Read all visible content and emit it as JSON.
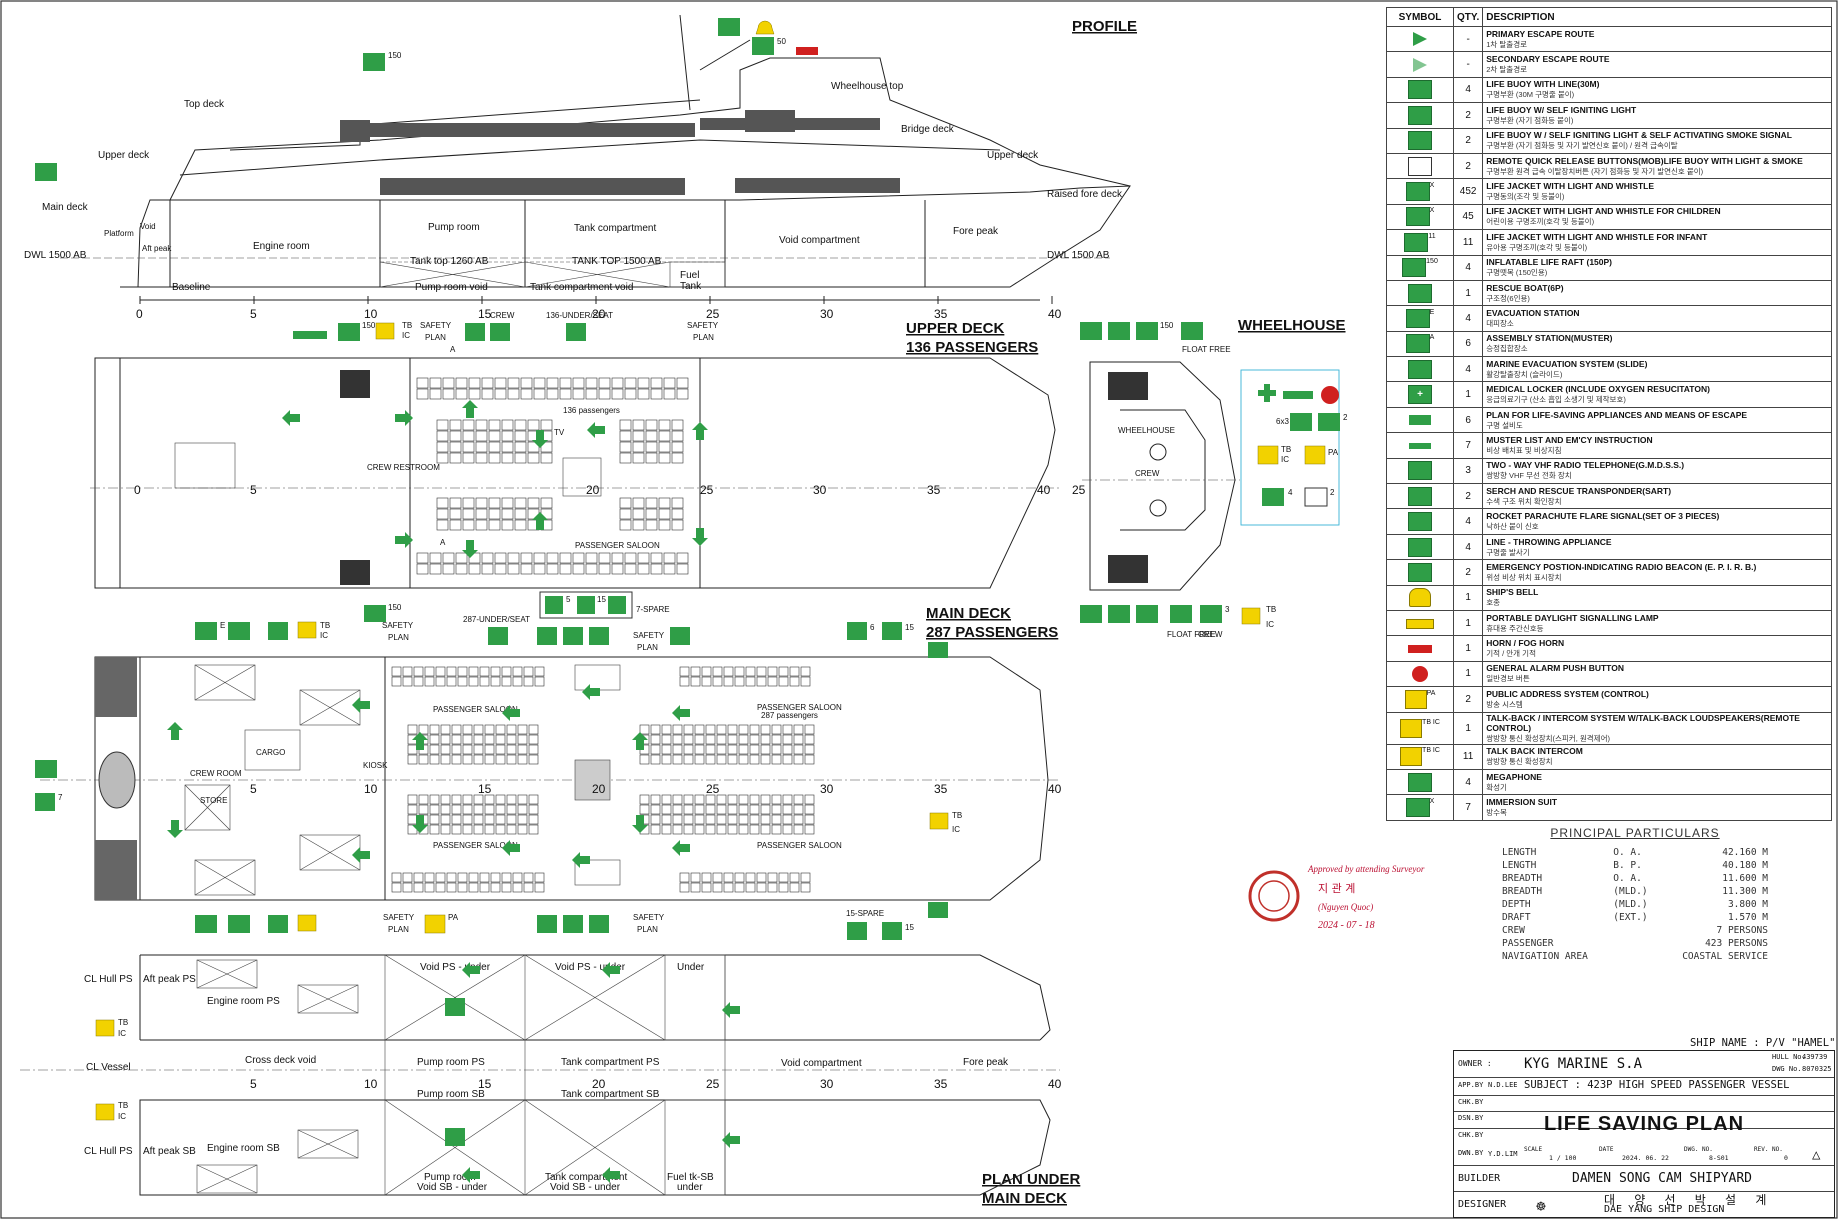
{
  "titles": {
    "profile": "PROFILE",
    "upper_deck": "UPPER DECK",
    "upper_deck_pax": "136 PASSENGERS",
    "main_deck": "MAIN DECK",
    "main_deck_pax": "287 PASSENGERS",
    "wheelhouse": "WHEELHOUSE",
    "plan_under_1": "PLAN UNDER",
    "plan_under_2": "MAIN DECK"
  },
  "profile_labels": {
    "top_deck": "Top deck",
    "upper_deck_aft": "Upper deck",
    "main_deck": "Main deck",
    "void": "Void",
    "platform": "Platform",
    "aft_peak": "Aft peak",
    "engine_room": "Engine room",
    "pump_room": "Pump room",
    "tank_compartment": "Tank compartment",
    "void_compartment": "Void compartment",
    "fore_peak": "Fore peak",
    "raised_fore_deck": "Raised fore deck",
    "upper_deck_fwd": "Upper deck",
    "bridge_deck": "Bridge deck",
    "wheelhouse_top": "Wheelhouse top",
    "dwl_aft": "DWL 1500 AB",
    "dwl_fwd": "DWL 1500 AB",
    "baseline": "Baseline",
    "tank_top_1260": "Tank top 1260 AB",
    "tank_top_1500": "TANK TOP 1500 AB",
    "pump_room_void": "Pump room void",
    "tank_compartment_void": "Tank compartment void",
    "fuel_tank_1": "Fuel",
    "fuel_tank_2": "Tank",
    "marker_150": "150",
    "marker_50": "50"
  },
  "frame_ticks": [
    "0",
    "5",
    "10",
    "15",
    "20",
    "25",
    "30",
    "35",
    "40"
  ],
  "upper_deck_labels": {
    "count_150": "150",
    "tb": "TB",
    "ic": "IC",
    "safety": "SAFETY",
    "plan": "PLAN",
    "crew": "CREW",
    "seat_note": "136-UNDER/SEAT",
    "saloon": "136 passengers",
    "saloon2": "PASSENGER SALOON",
    "tick_5": "5",
    "tick_20": "20",
    "tick_25": "25",
    "tick_30": "30",
    "tick_35": "35",
    "tick_40": "40",
    "tick_0": "0",
    "marker_a1": "A",
    "marker_a2": "A",
    "tv": "TV",
    "crew_area": "CREW RESTROOM"
  },
  "main_deck_labels": {
    "count_150": "150",
    "seat_note": "287-UNDER/SEAT",
    "spare7": "7-SPARE",
    "spare15": "15-SPARE",
    "qty5": "5",
    "qty15a": "15",
    "qty6": "6",
    "qty15b": "15",
    "qty7": "7",
    "qty15c": "15",
    "e": "E",
    "saloon_top_left": "PASSENGER SALOON",
    "saloon_top_right": "PASSENGER SALOON",
    "saloon_top_right2": "287 passengers",
    "saloon_bot_left": "PASSENGER SALOON",
    "saloon_bot_right": "PASSENGER SALOON",
    "cargo": "CARGO",
    "store": "STORE",
    "crew_room": "CREW ROOM",
    "kiosk": "KIOSK",
    "pa": "PA",
    "safety": "SAFETY",
    "plan": "PLAN",
    "tb": "TB",
    "ic": "IC"
  },
  "wheelhouse_labels": {
    "count_150": "150",
    "float_free": "FLOAT FREE",
    "crew": "CREW",
    "qty3": "3",
    "qty2": "2",
    "qty4": "4",
    "qty6x3": "6x3",
    "pa": "PA",
    "tb": "TB",
    "ic": "IC",
    "tick_25": "25",
    "wheelhouse_room": "WHEELHOUSE"
  },
  "plan_under_labels": {
    "cl_hull_ps": "CL Hull PS",
    "aft_peak_ps": "Aft peak PS",
    "engine_room_ps": "Engine room PS",
    "void_ps_under_1": "Void PS - under",
    "void_ps_under_2": "Void PS - under",
    "under": "Under",
    "cl_vessel": "CL Vessel",
    "cross_deck_void": "Cross deck void",
    "pump_room_ps": "Pump room PS",
    "tank_compartment_ps": "Tank compartment PS",
    "void_compartment": "Void compartment",
    "fore_peak": "Fore peak",
    "pump_room_sb": "Pump room SB",
    "tank_compartment_sb": "Tank compartment SB",
    "cl_hull_sb": "CL Hull PS",
    "aft_peak_sb": "Aft peak SB",
    "engine_room_sb": "Engine room SB",
    "pump_room_void_sb_1": "Pump room",
    "pump_room_void_sb_2": "Void SB - under",
    "tank_comp_void_sb_1": "Tank compartment",
    "tank_comp_void_sb_2": "Void SB - under",
    "fuel_sb_1": "Fuel tk-SB",
    "fuel_sb_2": "under",
    "tb": "TB",
    "ic": "IC"
  },
  "legend": {
    "headers": {
      "symbol": "SYMBOL",
      "qty": "QTY.",
      "description": "DESCRIPTION"
    },
    "rows": [
      {
        "icon": "green-arrow-icon",
        "qty": "-",
        "en": "PRIMARY ESCAPE ROUTE",
        "ko": "1차 탈출경로"
      },
      {
        "icon": "green-dashed-arrow-icon",
        "qty": "-",
        "en": "SECONDARY ESCAPE ROUTE",
        "ko": "2차 탈출경로"
      },
      {
        "icon": "life-buoy-line-icon",
        "qty": "4",
        "en": "LIFE BUOY WITH LINE(30M)",
        "ko": "구명부환 (30M 구명줄 붙이)"
      },
      {
        "icon": "life-buoy-light-icon",
        "qty": "2",
        "en": "LIFE BUOY W/ SELF IGNITING LIGHT",
        "ko": "구명부환 (자기 점화등 붙이)"
      },
      {
        "icon": "life-buoy-smoke-icon",
        "qty": "2",
        "en": "LIFE BUOY W / SELF IGNITING LIGHT & SELF ACTIVATING SMOKE SIGNAL",
        "ko": "구명부환 (자기 점화등 및 자기 발연신호 붙이) / 원격 급속이탈"
      },
      {
        "icon": "remote-release-icon",
        "qty": "2",
        "en": "REMOTE QUICK RELEASE BUTTONS(MOB)LIFE BUOY WITH LIGHT & SMOKE",
        "ko": "구명부환 원격 급속 이탈장치버튼 (자기 점화등 및 자기 발연신호 붙이)"
      },
      {
        "icon": "life-jacket-icon",
        "tag": "X",
        "qty": "452",
        "en": "LIFE JACKET WITH LIGHT AND WHISTLE",
        "ko": "구명동의(조각 및 등불이)"
      },
      {
        "icon": "child-life-jacket-icon",
        "tag": "X",
        "qty": "45",
        "en": "LIFE JACKET WITH LIGHT AND WHISTLE FOR CHILDREN",
        "ko": "어린이용 구명조끼(호각 및 등불이)"
      },
      {
        "icon": "infant-life-jacket-icon",
        "tag": "11",
        "qty": "11",
        "en": "LIFE JACKET WITH LIGHT AND WHISTLE FOR INFANT",
        "ko": "유아용 구명조끼(호각 및 등불이)"
      },
      {
        "icon": "life-raft-icon",
        "tag": "150",
        "qty": "4",
        "en": "INFLATABLE LIFE RAFT (150P)",
        "ko": "구명뗏목 (150인용)"
      },
      {
        "icon": "rescue-boat-icon",
        "qty": "1",
        "en": "RESCUE BOAT(6P)",
        "ko": "구조정(6인용)"
      },
      {
        "icon": "evacuation-station-icon",
        "tag": "E",
        "qty": "4",
        "en": "EVACUATION STATION",
        "ko": "대피장소"
      },
      {
        "icon": "assembly-station-icon",
        "tag": "A",
        "qty": "6",
        "en": "ASSEMBLY STATION(MUSTER)",
        "ko": "승정집합장소"
      },
      {
        "icon": "slide-icon",
        "qty": "4",
        "en": "MARINE EVACUATION SYSTEM (SLIDE)",
        "ko": "활강탈출장치 (슬라이드)"
      },
      {
        "icon": "medical-cross-icon",
        "qty": "1",
        "en": "MEDICAL LOCKER (INCLUDE OXYGEN RESUCITATON)",
        "ko": "응급의료기구 (산소 흡입 소생기 및 제작보호)"
      },
      {
        "icon": "safety-plan-icon",
        "qty": "6",
        "en": "PLAN FOR LIFE-SAVING APPLIANCES AND MEANS OF ESCAPE",
        "ko": "구명 설비도"
      },
      {
        "icon": "muster-list-icon",
        "qty": "7",
        "en": "MUSTER LIST AND EM'CY INSTRUCTION",
        "ko": "비상 배치표 및 비상지침"
      },
      {
        "icon": "vhf-radio-icon",
        "qty": "3",
        "en": "TWO - WAY VHF RADIO TELEPHONE(G.M.D.S.S.)",
        "ko": "쌍방향 VHF 무선 전화 장치"
      },
      {
        "icon": "sart-icon",
        "qty": "2",
        "en": "SERCH AND RESCUE TRANSPONDER(SART)",
        "ko": "수색 구조 위치 확인장치"
      },
      {
        "icon": "flare-icon",
        "qty": "4",
        "en": "ROCKET PARACHUTE FLARE SIGNAL(SET OF 3 PIECES)",
        "ko": "낙하산 붙이 신호"
      },
      {
        "icon": "line-throwing-icon",
        "qty": "4",
        "en": "LINE - THROWING APPLIANCE",
        "ko": "구명줄 발사기"
      },
      {
        "icon": "epirb-icon",
        "qty": "2",
        "en": "EMERGENCY POSTION-INDICATING RADIO BEACON (E. P. I. R. B.)",
        "ko": "위성 비상 위치 표시장치"
      },
      {
        "icon": "bell-icon",
        "qty": "1",
        "en": "SHIP'S BELL",
        "ko": "호종"
      },
      {
        "icon": "signalling-lamp-icon",
        "qty": "1",
        "en": "PORTABLE DAYLIGHT SIGNALLING LAMP",
        "ko": "휴대용 주간신호등"
      },
      {
        "icon": "horn-icon",
        "qty": "1",
        "en": "HORN / FOG HORN",
        "ko": "기적 / 안개 기적"
      },
      {
        "icon": "alarm-button-icon",
        "qty": "1",
        "en": "GENERAL ALARM PUSH BUTTON",
        "ko": "일반경보 버튼"
      },
      {
        "icon": "pa-control-icon",
        "tag": "PA",
        "qty": "2",
        "en": "PUBLIC ADDRESS SYSTEM (CONTROL)",
        "ko": "방송 시스템"
      },
      {
        "icon": "talkback-remote-icon",
        "tag": "TB IC",
        "qty": "1",
        "en": "TALK-BACK / INTERCOM SYSTEM W/TALK-BACK LOUDSPEAKERS(REMOTE CONTROL)",
        "ko": "쌍방향 통신 확성장치(스피커, 원격제어)"
      },
      {
        "icon": "talkback-intercom-icon",
        "tag": "TB IC",
        "qty": "11",
        "en": "TALK BACK INTERCOM",
        "ko": "쌍방향 통신 확성장치"
      },
      {
        "icon": "megaphone-icon",
        "qty": "4",
        "en": "MEGAPHONE",
        "ko": "확성기"
      },
      {
        "icon": "immersion-suit-icon",
        "tag": "X",
        "qty": "7",
        "en": "IMMERSION SUIT",
        "ko": "방수복"
      }
    ]
  },
  "particulars": {
    "title": "PRINCIPAL  PARTICULARS",
    "rows": [
      {
        "name": "LENGTH",
        "qual": "O. A.",
        "value": "42.160  M"
      },
      {
        "name": "LENGTH",
        "qual": "B. P.",
        "value": "40.180  M"
      },
      {
        "name": "BREADTH",
        "qual": "O. A.",
        "value": "11.600  M"
      },
      {
        "name": "BREADTH",
        "qual": "(MLD.)",
        "value": "11.300  M"
      },
      {
        "name": "DEPTH",
        "qual": "(MLD.)",
        "value": "3.800  M"
      },
      {
        "name": "DRAFT",
        "qual": "(EXT.)",
        "value": "1.570  M"
      },
      {
        "name": "CREW",
        "qual": "",
        "value": "7  PERSONS"
      },
      {
        "name": "PASSENGER",
        "qual": "",
        "value": "423  PERSONS"
      },
      {
        "name": "NAVIGATION  AREA",
        "qual": "",
        "value": "COASTAL  SERVICE"
      }
    ]
  },
  "stamp": {
    "line1": "Approved by attending Surveyor",
    "line2": "지 관 계",
    "line3": "(Nguyen Quoc)",
    "line4": "2024 - 07 - 18"
  },
  "title_block": {
    "ship_name": "SHIP NAME : P/V \"HAMEL\"",
    "owner_key": "OWNER :",
    "owner": "KYG MARINE S.A",
    "hull_no_key": "HULL No.",
    "hull_no": "439739",
    "dwg_no_key": "DWG No.",
    "dwg_no": "8070325",
    "apr_by": "APP.BY",
    "apr_name": "N.D.LEE",
    "subject": "SUBJECT : 423P HIGH SPEED PASSENGER VESSEL",
    "main_title": "LIFE SAVING PLAN",
    "chk_by": "CHK.BY",
    "dsn_by": "DSN.BY",
    "dwn_by": "DWN.BY",
    "dwn_name": "Y.D.LIM",
    "scale_key": "SCALE",
    "scale": "1 / 100",
    "date_key": "DATE",
    "date": "2024. 06. 22",
    "dwg_no2_key": "DWG. NO.",
    "dwg_no2": "8-S01",
    "rev_key": "REV. NO.",
    "rev": "0",
    "builder_key": "BUILDER",
    "builder": "DAMEN SONG CAM SHIPYARD",
    "designer_key": "DESIGNER",
    "designer_ko": "대 양 선 박 설 계",
    "designer_en": "DAE YANG SHIP DESIGN"
  }
}
